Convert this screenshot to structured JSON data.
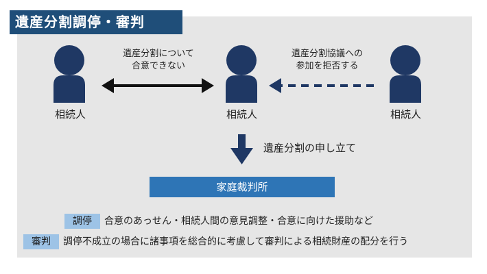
{
  "title": "遺産分割調停・審判",
  "parties": {
    "left": "相続人",
    "center": "相続人",
    "right": "相続人"
  },
  "notes": {
    "left_arrow_line1": "遺産分割について",
    "left_arrow_line2": "合意できない",
    "right_arrow_line1": "遺産分割協議への",
    "right_arrow_line2": "参加を拒否する"
  },
  "down_arrow_label": "遺産分割の申し立て",
  "court": "家庭裁判所",
  "definitions": [
    {
      "tag": "調停",
      "text": "合意のあっせん・相続人間の意見調整・合意に向けた援助など"
    },
    {
      "tag": "審判",
      "text": "調停不成立の場合に諸事項を総合的に考慮して審判による相続財産の配分を行う"
    }
  ],
  "colors": {
    "person": "#1f3864",
    "title_bg": "#1f4e79",
    "court_bg": "#2e75b6",
    "tag_bg": "#9dc3e6",
    "panel_bg": "#e6e6e6"
  }
}
